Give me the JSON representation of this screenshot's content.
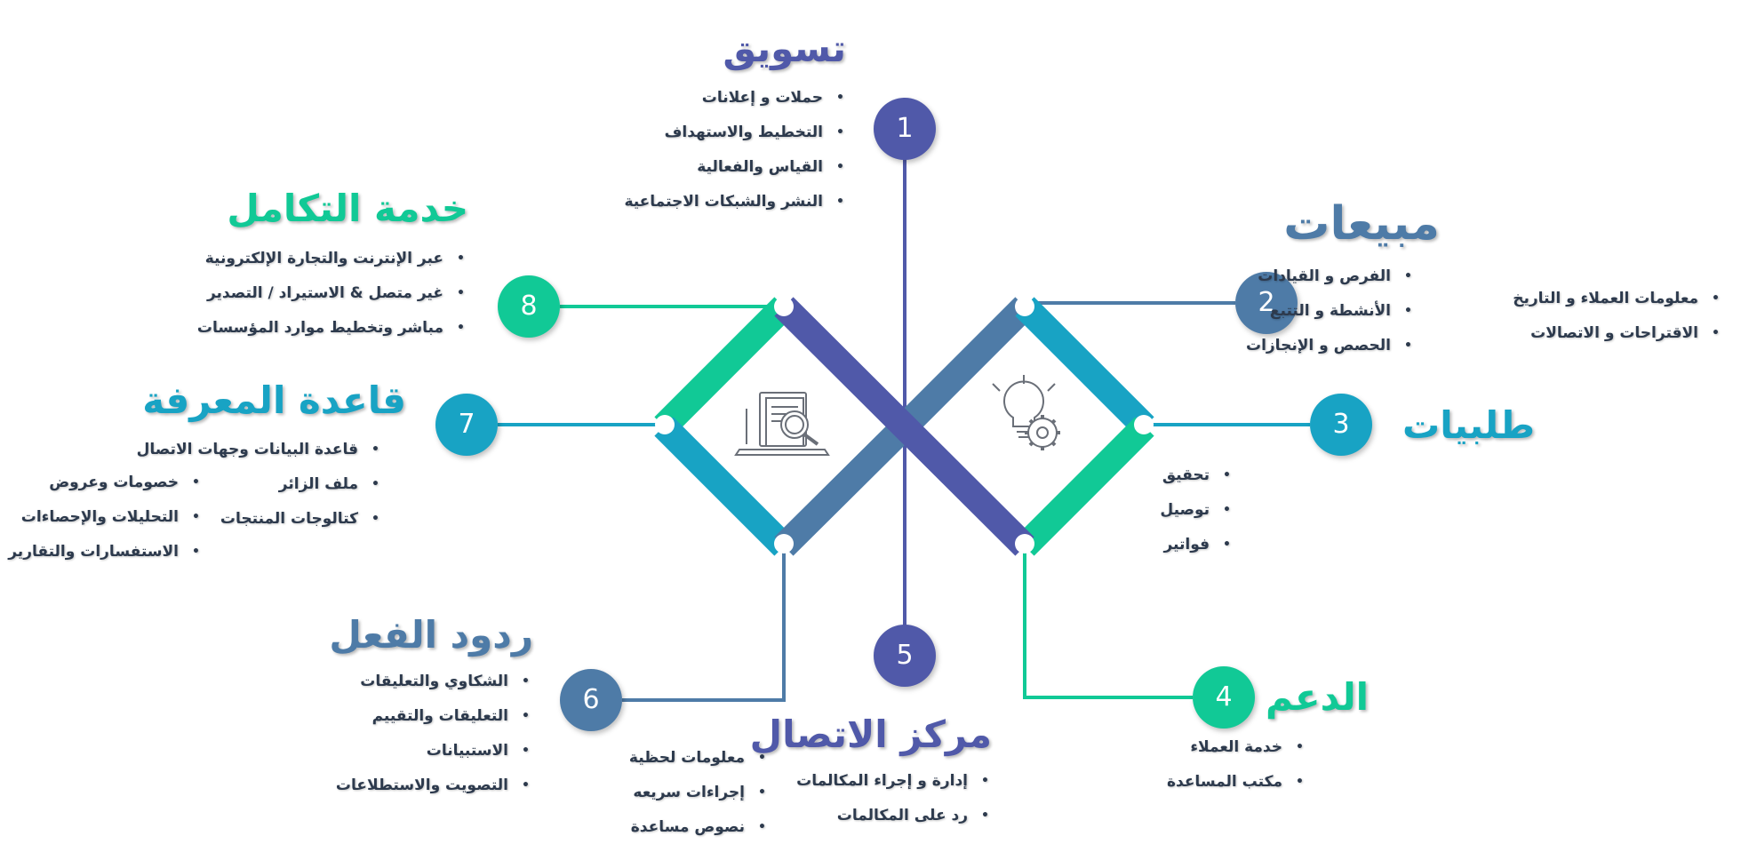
{
  "colors": {
    "purple": "#5059a9",
    "steel": "#4e7ba7",
    "teal": "#18a3c4",
    "green": "#11c996",
    "text": "#2d3a4d",
    "white": "#ffffff"
  },
  "center_icons": {
    "left": "document-search-icon",
    "right": "idea-gear-icon"
  },
  "sections": [
    {
      "id": "marketing",
      "number": "1",
      "title": "تسويق",
      "color": "#5059a9",
      "items": [
        "حملات و إعلانات",
        "التخطيط والاستهداف",
        "القياس والفعالية",
        "النشر والشبكات الاجتماعية"
      ]
    },
    {
      "id": "sales",
      "number": "2",
      "title": "مبيعات",
      "color": "#4e7ba7",
      "items": [
        "الفرص و القيادات",
        "الأنشطة و التتبع",
        "الحصص و الإنجازات"
      ],
      "items_extra": [
        "معلومات العملاء و التاريخ",
        "الاقتراحات و الاتصالات"
      ]
    },
    {
      "id": "orders",
      "number": "3",
      "title": "طلبيات",
      "color": "#18a3c4",
      "items": [
        "تحقيق",
        "توصيل",
        "فواتير"
      ]
    },
    {
      "id": "support",
      "number": "4",
      "title": "الدعم",
      "color": "#11c996",
      "items": [
        "خدمة العملاء",
        "مكتب المساعدة"
      ]
    },
    {
      "id": "contact-center",
      "number": "5",
      "title": "مركز الاتصال",
      "color": "#5059a9",
      "items": [
        "إدارة و إجراء المكالمات",
        "رد على المكالمات"
      ],
      "items_extra": [
        "معلومات لحظية",
        "إجراءات سريعه",
        "نصوص مساعدة"
      ]
    },
    {
      "id": "feedback",
      "number": "6",
      "title": "ردود الفعل",
      "color": "#4e7ba7",
      "items": [
        "الشكاوي والتعليقات",
        "التعليقات والتقييم",
        "الاستبيانات",
        "التصويت والاستطلاعات"
      ]
    },
    {
      "id": "knowledge-base",
      "number": "7",
      "title": "قاعدة المعرفة",
      "color": "#18a3c4",
      "items": [
        "قاعدة البيانات وجهات الاتصال",
        "ملف الزائر",
        "كتالوجات المنتجات"
      ],
      "items_extra": [
        "خصومات وعروض",
        "التحليلات والإحصاءات",
        "الاستفسارات والتقارير"
      ]
    },
    {
      "id": "integration",
      "number": "8",
      "title": "خدمة التكامل",
      "color": "#11c996",
      "items": [
        "عبر الإنترنت والتجارة الإلكترونية",
        "غير متصل & الاستيراد / التصدير",
        "مباشر وتخطيط موارد المؤسسات"
      ]
    }
  ]
}
